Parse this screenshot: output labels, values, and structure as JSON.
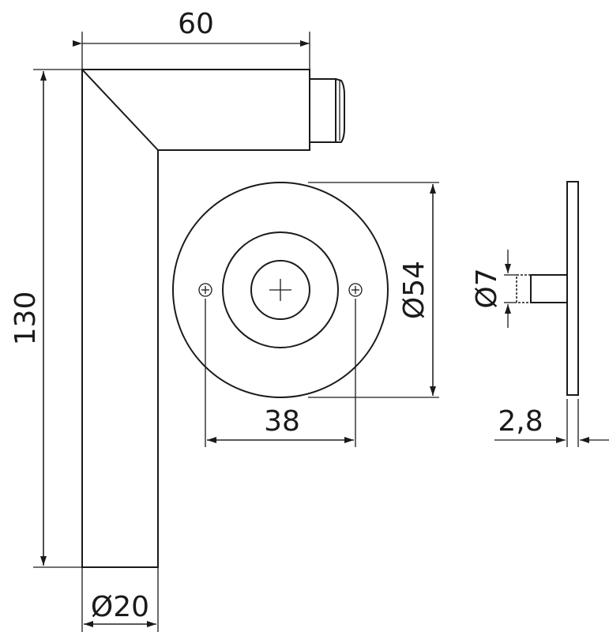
{
  "drawing": {
    "dimensions": {
      "handle_length": "60",
      "handle_height": "130",
      "handle_diameter": "Ø20",
      "rosette_diameter": "Ø54",
      "screw_spacing": "38",
      "spindle_diameter": "Ø7",
      "rosette_thickness": "2,8"
    }
  }
}
